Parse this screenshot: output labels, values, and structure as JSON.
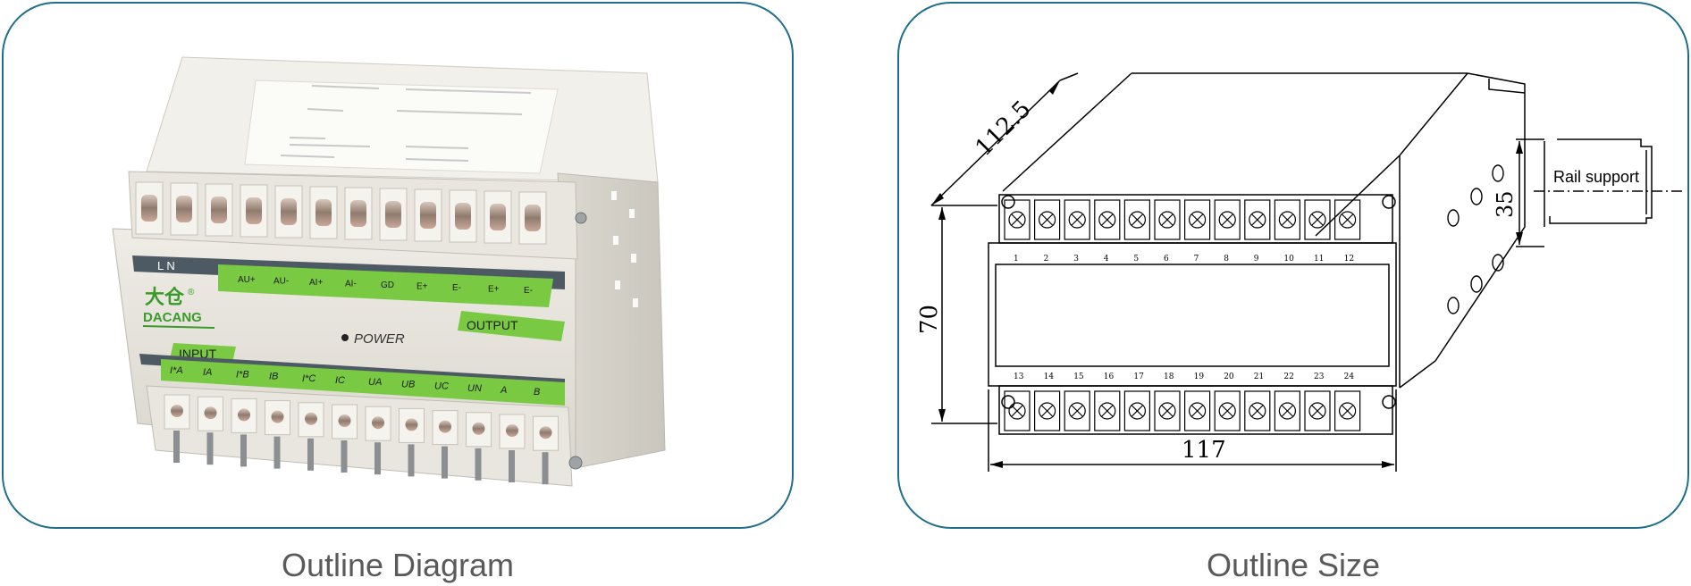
{
  "left": {
    "caption": "Outline Diagram",
    "device": {
      "brand_cn": "大仓",
      "brand_mark": "®",
      "brand_en": "DACANG",
      "power_label": "POWER",
      "output_label": "OUTPUT",
      "input_label": "INPUT",
      "top_strip_label": "L  N",
      "output_terminals": [
        "AU+",
        "AU-",
        "AI+",
        "AI-",
        "GD",
        "E+",
        "E-",
        "E+",
        "E-"
      ],
      "input_terminals": [
        "I*A",
        "IA",
        "I*B",
        "IB",
        "I*C",
        "IC",
        "UA",
        "UB",
        "UC",
        "UN",
        "A",
        "B"
      ]
    }
  },
  "right": {
    "caption": "Outline Size",
    "dims": {
      "depth": "112.5",
      "height": "70",
      "width": "117",
      "rail": "35"
    },
    "rail_label": "Rail support",
    "top_numbers": [
      "1",
      "2",
      "3",
      "4",
      "5",
      "6",
      "7",
      "8",
      "9",
      "10",
      "11",
      "12"
    ],
    "bottom_numbers": [
      "13",
      "14",
      "15",
      "16",
      "17",
      "18",
      "19",
      "20",
      "21",
      "22",
      "23",
      "24"
    ]
  },
  "colors": {
    "border": "#1f6e8c",
    "device_body": "#e7e4dc",
    "label_green": "#7ac943",
    "label_dark": "#4d5a63"
  }
}
